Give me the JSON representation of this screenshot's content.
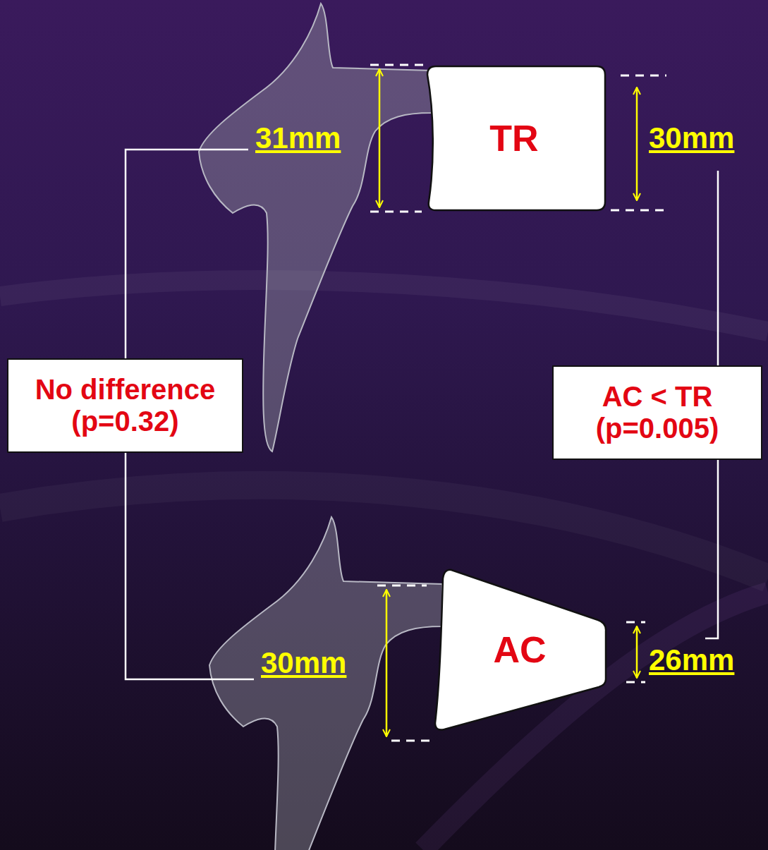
{
  "diagram": {
    "nodes": [
      {
        "text": [
          "TR"
        ]
      },
      {
        "text": [
          "No difference (p=0.32)"
        ]
      },
      {
        "text": [
          "AC < TR (p=0.005)"
        ]
      },
      {
        "text": [
          "AC"
        ]
      }
    ],
    "labels": [
      "31mm",
      "30mm",
      "30mm",
      "26mm"
    ]
  }
}
